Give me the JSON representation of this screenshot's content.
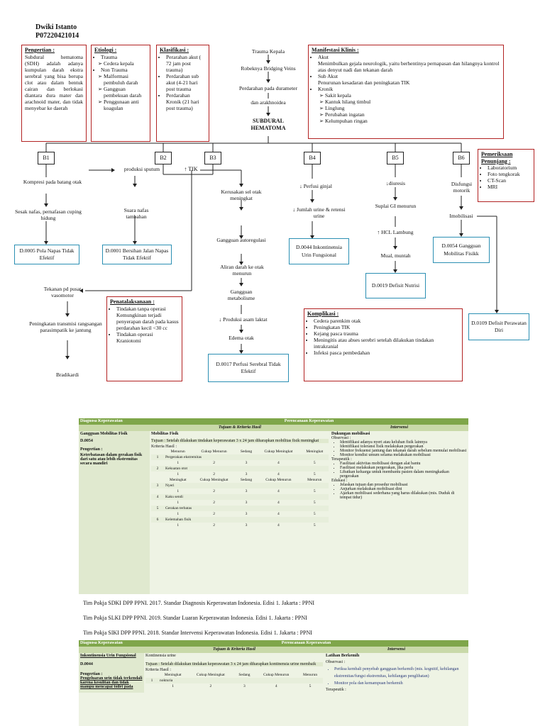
{
  "author": {
    "name": "Dwiki Istanto",
    "id": "P07220421014"
  },
  "boxes": {
    "pengertian": {
      "title": "Pengertian :",
      "text": "Subdural hematoma (SDH) adalah adanya kumpulan darah ekstra serebral yang bisa berupa clot atau dalam bentuk cairan dan berlokasi diantara dura mater dan arachnoid mater, dan tidak menyebar ke daerah"
    },
    "etiologi": {
      "title": "Etiologi :",
      "items": [
        "Trauma",
        "Cedera kepala",
        "Non Trauma",
        "Malformasi pembuluh darah",
        "Gangguan pembekuan darah",
        "Penggunaan anti koagulan"
      ]
    },
    "klasifikasi": {
      "title": "Klasifikasi :",
      "items": [
        "Perarahan akut ( 72 jam post trauma)",
        "Perdarahan sub akut (4-21 hari post trauma",
        "Perdarahan Kronik (21 hari post trauma)"
      ]
    },
    "manifestasi": {
      "title": "Manifestasi Klinis :",
      "items": [
        "Akut",
        "Menimbulkan gejala neurologik, yaitu berhentinya pernapasan dan hilangnya kontrol atas denyut nadi dan tekanan darah",
        "Sub Akut",
        "Penurunan kesadaran dan peningkatan TIK",
        "Kronik",
        "Sakit kepala",
        "Kantuk hilang timbul",
        "Linglung",
        "Perubahan ingatan",
        "Kelumpuhan ringan"
      ]
    },
    "pemeriksaan": {
      "title": "Pemeriksaan Penunjang :",
      "items": [
        "Laboratorium",
        "Foto tengkorak",
        "CT-Scan",
        "MRI"
      ]
    },
    "penatalaksanaan": {
      "title": "Penatalaksanaan :",
      "items": [
        "Tindakan tanpa operasi Kemungkinan terjadi penyerapan darah pada kasus perdarahan kecil <30 cc",
        "Tindakan operasi Kraniotomi"
      ]
    },
    "komplikasi": {
      "title": "Komplikasi :",
      "items": [
        "Cedera parenkim otak",
        "Peningkatan TIK",
        "Kejang pasca trauma",
        "Meningitis atau abses serebri setelah dilakukan tindakan intrakranial",
        "Infeksi pasca pembedahan"
      ]
    }
  },
  "flow": {
    "chain": [
      "Trauma Kepala",
      "Robeknya Bridging Veins",
      "Perdarahan pada durameter",
      "dan arakhnoidea",
      "SUBDURAL HEMATOMA"
    ],
    "b_labels": [
      "B1",
      "B2",
      "B3",
      "B4",
      "B5",
      "B6"
    ],
    "b1": [
      "Kompresi pada batang otak",
      "Sesak nafas, pernafasan cuping hidung"
    ],
    "b2": [
      "produksi sputum",
      "Suara nafas tambahan"
    ],
    "tik": "TIK",
    "b3": [
      "Kerusakan sel otak meningkat",
      "Gangguan autoregulasi",
      "Aliran darah ke otak menurun",
      "Gangguan metabolisme",
      "Produksi asam laktat",
      "Edema otak"
    ],
    "b1b": [
      "Tekanan pd pusat vasomotor",
      "Peningkatan transmisi rangsangan parasimpatik ke jantung",
      "Bradikardi"
    ],
    "b4": [
      "Perfusi ginjal",
      "Jumlah urine & retensi urine"
    ],
    "b5": [
      "diuresis",
      "Suplai GI menurun",
      "HCL Lambung",
      "Mual, muntah"
    ],
    "b6": [
      "Disfungsi motorik",
      "Imobilisasi"
    ],
    "diagnoses": [
      "D.0005 Pola Napas Tidak Efektif",
      "D.0001 Bersihan Jalan Napas Tidak Efektif",
      "D.0044 Inkontinensia Urin Fungsional",
      "D.0054 Gangguan Mobilitas Fisikk",
      "D.0019 Defisit Nutrisi",
      "D.0017 Perfusi Serebral Tidak Efektif",
      "D.0109 Defisit Perawatan Diri"
    ]
  },
  "table1": {
    "h_diag": "Diagnosa Keperawatan",
    "h_plan": "Perencanaan Keperawatan",
    "h_tujuan": "Tujuan & Kriteria Hasil",
    "h_intervensi": "Intervensi",
    "diag_name": "Gangguan Mobilitas Fisik",
    "diag_code": "D.0054",
    "pengertian_label": "Pengertian :",
    "pengertian": "Keterbatasan dalam gerakan fisik dari satu atau lebih ekstremitas secara mandiri",
    "luaran": "Mobilitas Fisik",
    "tujuan": "Tujuan : Setelah dilakukan tindakan keperawatan 3 x 24 jam diharapkan mobilitas fisik meningkat",
    "kriteria": "Kriteria Hasil :",
    "scale_a": [
      "Menurun",
      "Cukup Menurun",
      "Sedang",
      "Cukup Meningkat",
      "Meningkat"
    ],
    "scale_b": [
      "Meningkat",
      "Cukup Meningkat",
      "Sedang",
      "Cukup Menurun",
      "Menurun"
    ],
    "rows": [
      "Pergerakan ekstremitas",
      "Kekuatan otot",
      "Nyeri",
      "Kaku sendi",
      "Gerakan terbatas",
      "Kelemahan fisik"
    ],
    "nums": [
      "1",
      "2",
      "3",
      "4",
      "5"
    ],
    "interv_title": "Dukungan mobilisasi",
    "observasi": "Observasi :",
    "obs": [
      "Identifikasi adanya nyeri atau keluhan fisik lainnya",
      "Identifikasi toleransi fisik melakukan pergerakan",
      "Monitor frekuensi jantung dan tekanan darah sebelum memulai mobilisasi",
      "Monitor kondisi umum selama melakukan mobilisasi"
    ],
    "terapeutik": "Terapeutik :",
    "ter": [
      "Fasilitasi aktivitas mobilisasi dengan alat bantu",
      "Fasilitasi melakukan pergerakan, jika perlu",
      "Libatkan keluarga untuk membantu pasien dalam meningkatkan pergerakan"
    ],
    "edukasi": "Edukasi :",
    "edu": [
      "Jelaskan tujuan dan prosedur mobilisasi",
      "Anjurkan melakukan mobilisasi dini",
      "Ajarkan mobilisasi sederhana yang harus dilakukan (mis. Duduk di tempat tidur)"
    ]
  },
  "refs": [
    "Tim Pokja SDKI DPP PPNI. 2017. Standar Diagnosis Keperawatan Indonesia. Edisi 1. Jakarta : PPNI",
    "Tim Pokja SLKI DPP PPNI. 2019. Standar Luaran Keperawatan Indonesia. Edisi 1. Jakarta : PPNI",
    "Tim Pokja SIKI DPP PPNI. 2018. Standar Intervensi Keperawatan Indonesia. Edisi 1. Jakarta : PPNI"
  ],
  "table2": {
    "h_diag": "Diagnosa Keperawatan",
    "h_plan": "Perencanaan Keperawatan",
    "h_tujuan": "Tujuan & Kriteria Hasil",
    "h_intervensi": "Intervensi",
    "diag_name": "Inkontinensia Urin Fungsional",
    "diag_code": "D.0044",
    "pengertian_label": "Pengertian :",
    "pengertian": "Pengeluaran urin tidak terkendali karena kesulitan dan tidak mampu mencapai toilet pada",
    "luaran": "Kontinensia urine",
    "tujuan": "Tujuan : Setelah dilakukan tindakan keperawatan 3 x 24 jam diharapkan kontinensia urine membaik",
    "kriteria": "Kriteria Hasil :",
    "scale": [
      "Meningkat",
      "Cukup Meningkat",
      "Sedang",
      "Cukup Menurun",
      "Menurun"
    ],
    "row1": "nokturia",
    "nums": [
      "1",
      "2",
      "3",
      "4",
      "5"
    ],
    "interv_title": "Latihan Berkemih",
    "observasi": "Observasi :",
    "obs": [
      "Periksa kembali penyebab gangguan berkemih (mis. kognitif, kehilangan ekstremitas/fungsi ekstremitas, kehilangan penglihatan)",
      "Monitor pola dan kemampuan berkemih"
    ],
    "terapeutik": "Terapeutik :"
  }
}
